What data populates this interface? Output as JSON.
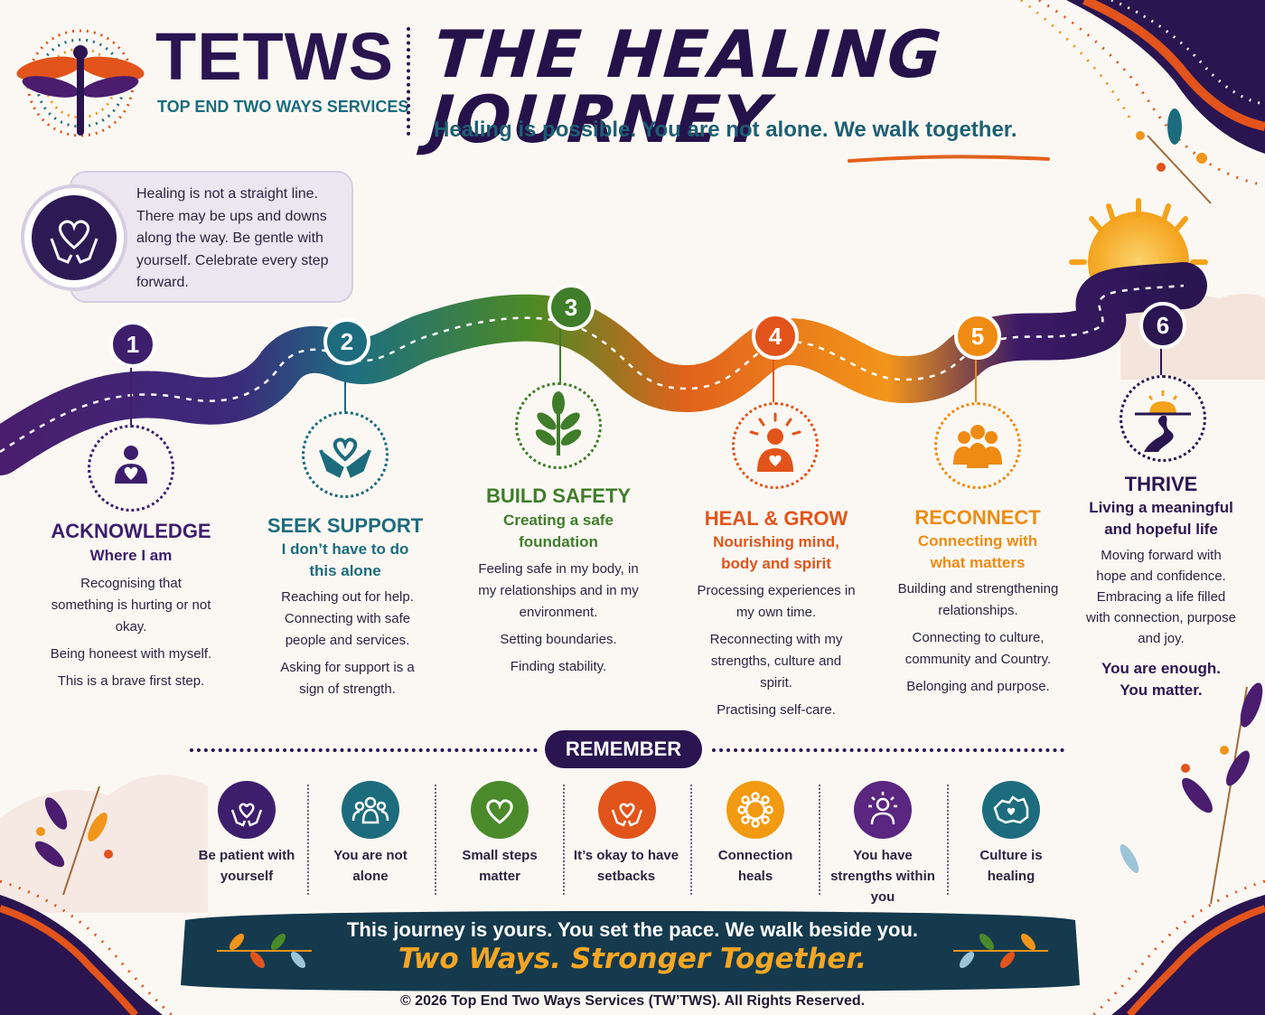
{
  "brand": {
    "name": "TETWS",
    "subtitle": "TOP END TWO WAYS SERVICES"
  },
  "header": {
    "title": "THE HEALING JOURNEY",
    "tagline": "Healing is possible. You are not alone. We walk together."
  },
  "note": {
    "icon": "heart-in-hands-icon",
    "text": "Healing is not a straight line. There may be ups and downs along the way. Be gentle with yourself. Celebrate every step forward."
  },
  "steps": [
    {
      "number": "1",
      "title": "ACKNOWLEDGE",
      "subtitle": "Where I am",
      "color": "#3d1e6d",
      "icon": "person-heart-icon",
      "body": [
        "Recognising that something is hurting or not okay.",
        "Being honeest with myself.",
        "This is a brave first step."
      ]
    },
    {
      "number": "2",
      "title": "SEEK SUPPORT",
      "subtitle": "I don’t have to do this alone",
      "color": "#1d6c7d",
      "icon": "hands-heart-icon",
      "body": [
        "Reaching out for help. Connecting with safe people and services.",
        "Asking for support is a sign of strength."
      ]
    },
    {
      "number": "3",
      "title": "BUILD SAFETY",
      "subtitle": "Creating a safe foundation",
      "color": "#3f7d2a",
      "icon": "sprout-icon",
      "body": [
        "Feeling safe in my body, in my relationships and in my environment.",
        "Setting boundaries.",
        "Finding stability."
      ]
    },
    {
      "number": "4",
      "title": "HEAL & GROW",
      "subtitle": "Nourishing mind, body and spirit",
      "color": "#e2541b",
      "icon": "meditating-person-icon",
      "body": [
        "Processing experiences in my own time.",
        "Reconnecting with my strengths, culture and spirit.",
        "Practising self-care."
      ]
    },
    {
      "number": "5",
      "title": "RECONNECT",
      "subtitle": "Connecting with what matters",
      "color": "#ef8b12",
      "icon": "community-group-icon",
      "body": [
        "Building and strengthening relationships.",
        "Connecting to culture, community and Country.",
        "Belonging and purpose."
      ]
    },
    {
      "number": "6",
      "title": "THRIVE",
      "subtitle": "Living a meaningful and hopeful life",
      "color": "#2a1550",
      "icon": "sunrise-path-icon",
      "body": [
        "Moving forward with hope and confidence. Embracing a life filled with connection, purpose and joy."
      ],
      "closing": "You are enough. You matter."
    }
  ],
  "remember": {
    "label": "REMEMBER",
    "items": [
      {
        "label": "Be patient with yourself",
        "color": "#3d1e6d",
        "icon": "heart-hands-icon"
      },
      {
        "label": "You are not alone",
        "color": "#1d6c7d",
        "icon": "people-icon"
      },
      {
        "label": "Small steps matter",
        "color": "#4b8a2a",
        "icon": "heart-icon"
      },
      {
        "label": "It’s okay to have setbacks",
        "color": "#e2541b",
        "icon": "heart-hands-icon"
      },
      {
        "label": "Connection heals",
        "color": "#f29a12",
        "icon": "circle-of-people-icon"
      },
      {
        "label": "You have strengths within you",
        "color": "#5a2680",
        "icon": "person-sun-icon"
      },
      {
        "label": "Culture is healing",
        "color": "#1d6c7d",
        "icon": "australia-map-icon"
      }
    ]
  },
  "banner": {
    "line1": "This journey is yours. You set the pace. We walk beside you.",
    "line2": "Two Ways. Stronger Together."
  },
  "footer": "© 2026 Top End Two Ways Services (TW’TWS). All Rights Reserved."
}
